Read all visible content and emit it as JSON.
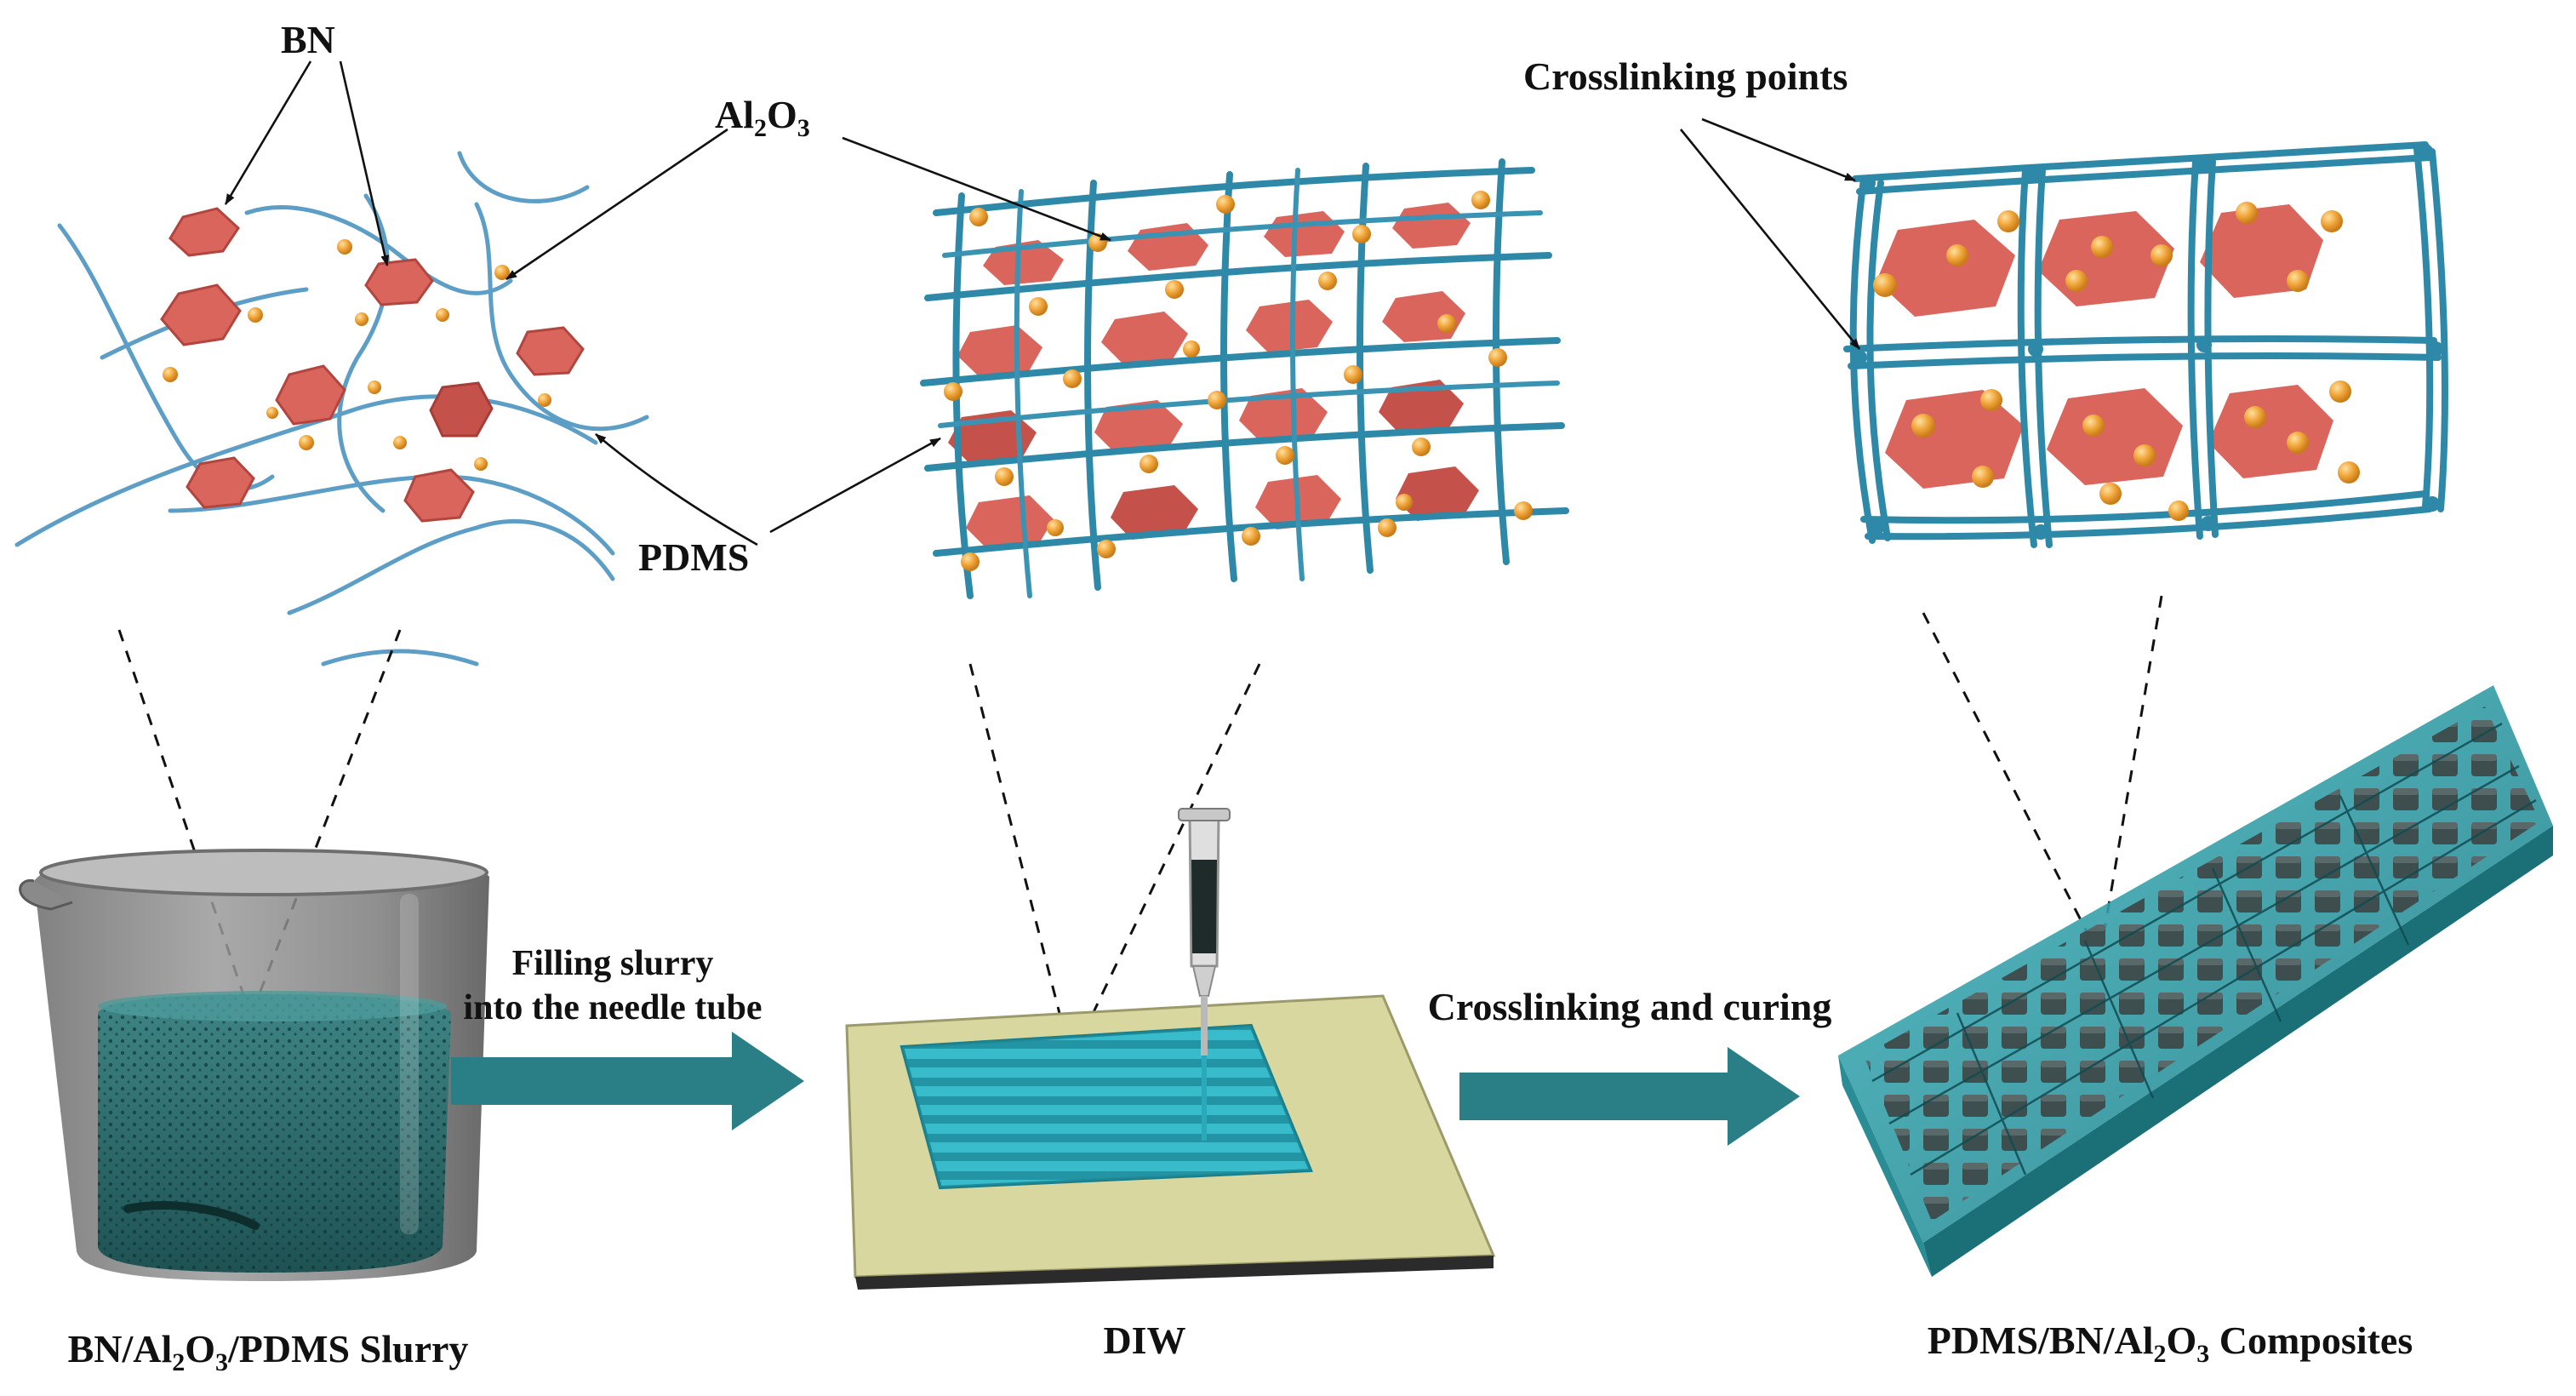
{
  "labels": {
    "bn": "BN",
    "al2o3": {
      "base1": "Al",
      "sub1": "2",
      "base2": "O",
      "sub2": "3"
    },
    "pdms": "PDMS",
    "crosslinking_points": "Crosslinking points",
    "filling_line1": "Filling slurry",
    "filling_line2": "into the needle tube",
    "crosslinking_curing": "Crosslinking and curing",
    "slurry_caption": {
      "pre": "BN/Al",
      "sub1": "2",
      "mid": "O",
      "sub2": "3",
      "post": "/PDMS Slurry"
    },
    "diw_caption": "DIW",
    "composite_caption": {
      "pre": "PDMS/BN/Al",
      "sub1": "2",
      "mid": "O",
      "sub2": "3",
      "post": " Composites"
    }
  },
  "colors": {
    "bn_platelet": "#d9655d",
    "al2o3_sphere": "#f0a53a",
    "pdms_chain": "#5d9ec7",
    "mesh": "#2e88a7",
    "arrow": "#2a7f86",
    "slurry": "#2d6f70",
    "substrate": "#d9d7a0",
    "printed_lines": "#3dbfcf"
  }
}
